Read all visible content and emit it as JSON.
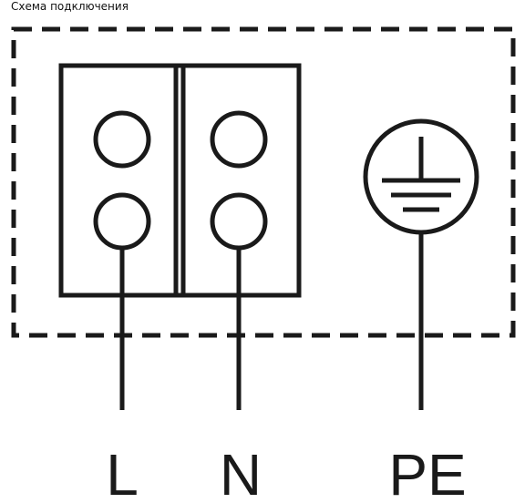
{
  "title": "Схема подключения",
  "terminals": {
    "phase_label": "L",
    "neutral_label": "N",
    "earth_label": "PE"
  },
  "colors": {
    "line": "#1a1a1a",
    "background": "#ffffff"
  },
  "icons": {
    "earth": "protective-earth-icon",
    "terminal_hole": "terminal-screw-icon"
  }
}
